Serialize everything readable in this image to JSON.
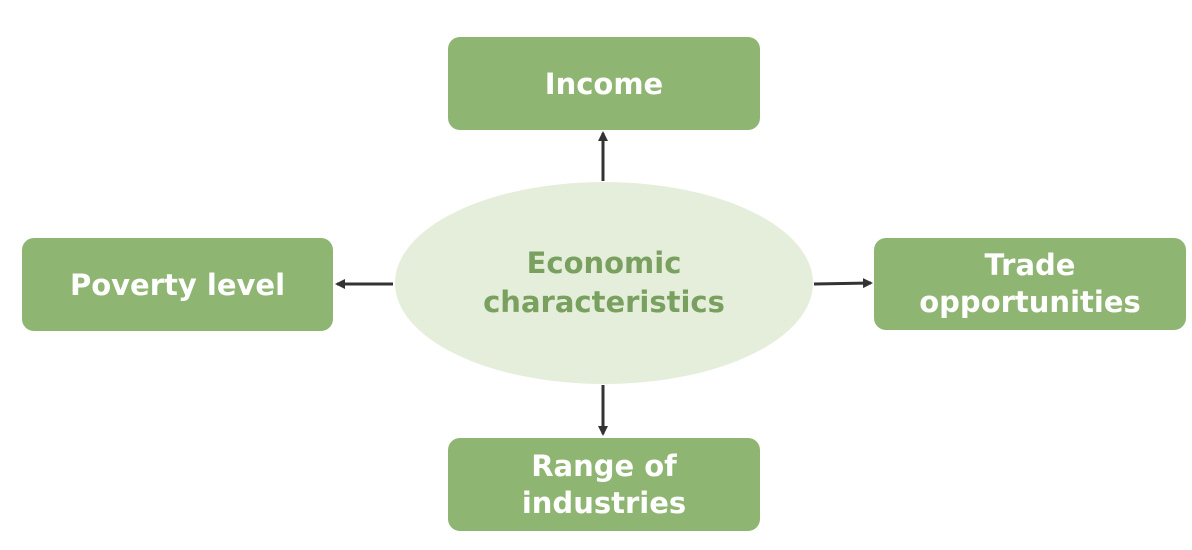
{
  "center": {
    "line1": "Economic",
    "line2": "characteristics"
  },
  "nodes": {
    "top": {
      "line1": "Income"
    },
    "left": {
      "line1": "Poverty level"
    },
    "right": {
      "line1": "Trade",
      "line2": "opportunities"
    },
    "bottom": {
      "line1": "Range of",
      "line2": "industries"
    }
  },
  "colors": {
    "box": "#8fb572",
    "ellipse": "#e4eedb",
    "center_text": "#79a05f",
    "box_text": "#ffffff",
    "arrow": "#333333"
  }
}
